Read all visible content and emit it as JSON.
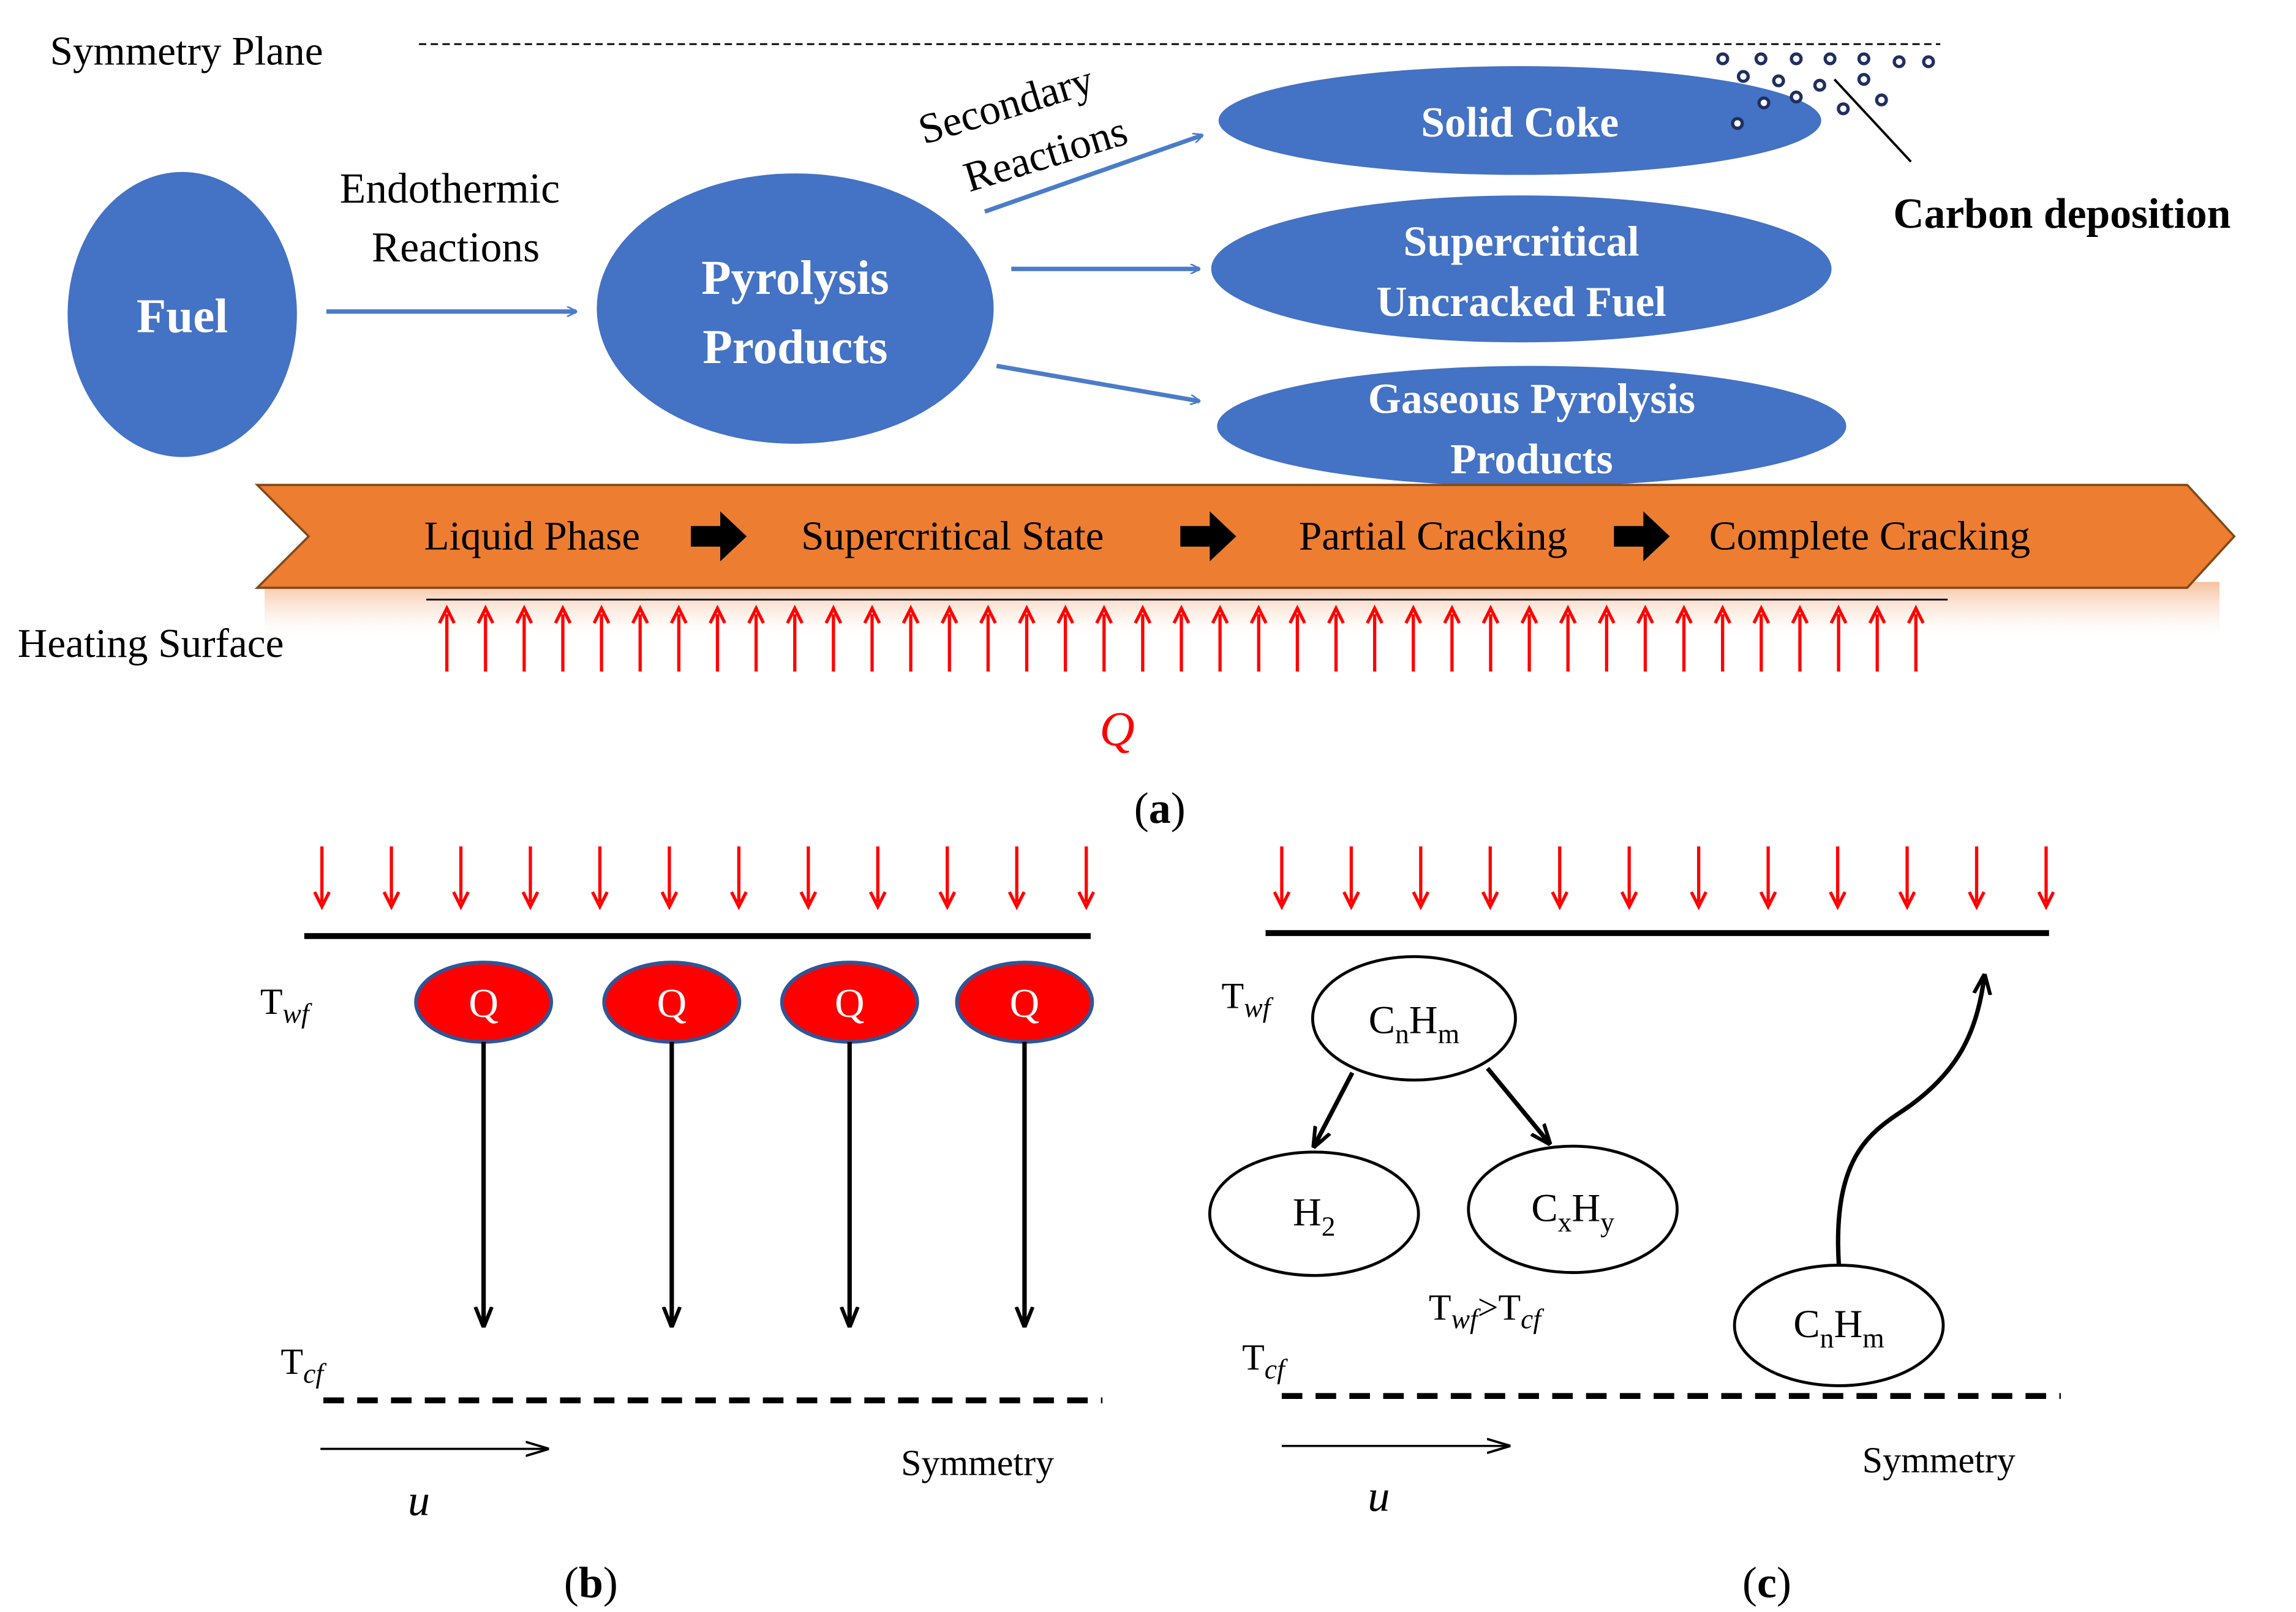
{
  "colors": {
    "ellipse_blue": "#4472C4",
    "arrow_blue": "#4A7CC9",
    "band_orange": "#ED7D31",
    "heat_red": "#FF0000",
    "black": "#000000",
    "ellipse_text": "#FFFFFF"
  },
  "panel_a": {
    "symmetry_plane": "Symmetry Plane",
    "fuel": "Fuel",
    "endothermic_line1": "Endothermic",
    "endothermic_line2": "Reactions",
    "pyrolysis_line1": "Pyrolysis",
    "pyrolysis_line2": "Products",
    "secondary_line1": "Secondary",
    "secondary_line2": "Reactions",
    "solid_coke": "Solid Coke",
    "supercritical_line1": "Supercritical",
    "supercritical_line2": "Uncracked Fuel",
    "gaseous_line1": "Gaseous Pyrolysis",
    "gaseous_line2": "Products",
    "carbon_deposition": "Carbon deposition",
    "stages": [
      "Liquid Phase",
      "Supercritical State",
      "Partial Cracking",
      "Complete Cracking"
    ],
    "heating_surface": "Heating Surface",
    "heat_symbol": "Q",
    "label": "a"
  },
  "panel_b": {
    "t_wall": {
      "base": "T",
      "sub": "wf"
    },
    "t_core": {
      "base": "T",
      "sub": "cf"
    },
    "q_label": "Q",
    "velocity": "u",
    "symmetry": "Symmetry",
    "label": "b"
  },
  "panel_c": {
    "t_wall": {
      "base": "T",
      "sub": "wf"
    },
    "t_core": {
      "base": "T",
      "sub": "cf"
    },
    "cnhm": {
      "c": "C",
      "n": "n",
      "h": "H",
      "m": "m"
    },
    "h2": {
      "h": "H",
      "sub": "2"
    },
    "cxhy": {
      "c": "C",
      "x": "x",
      "h": "H",
      "y": "y"
    },
    "relation": {
      "t1": "T",
      "s1": "wf",
      "op": ">",
      "t2": "T",
      "s2": "cf"
    },
    "velocity": "u",
    "symmetry": "Symmetry",
    "label": "c"
  },
  "punct": {
    "open": "(",
    "close": ")"
  }
}
